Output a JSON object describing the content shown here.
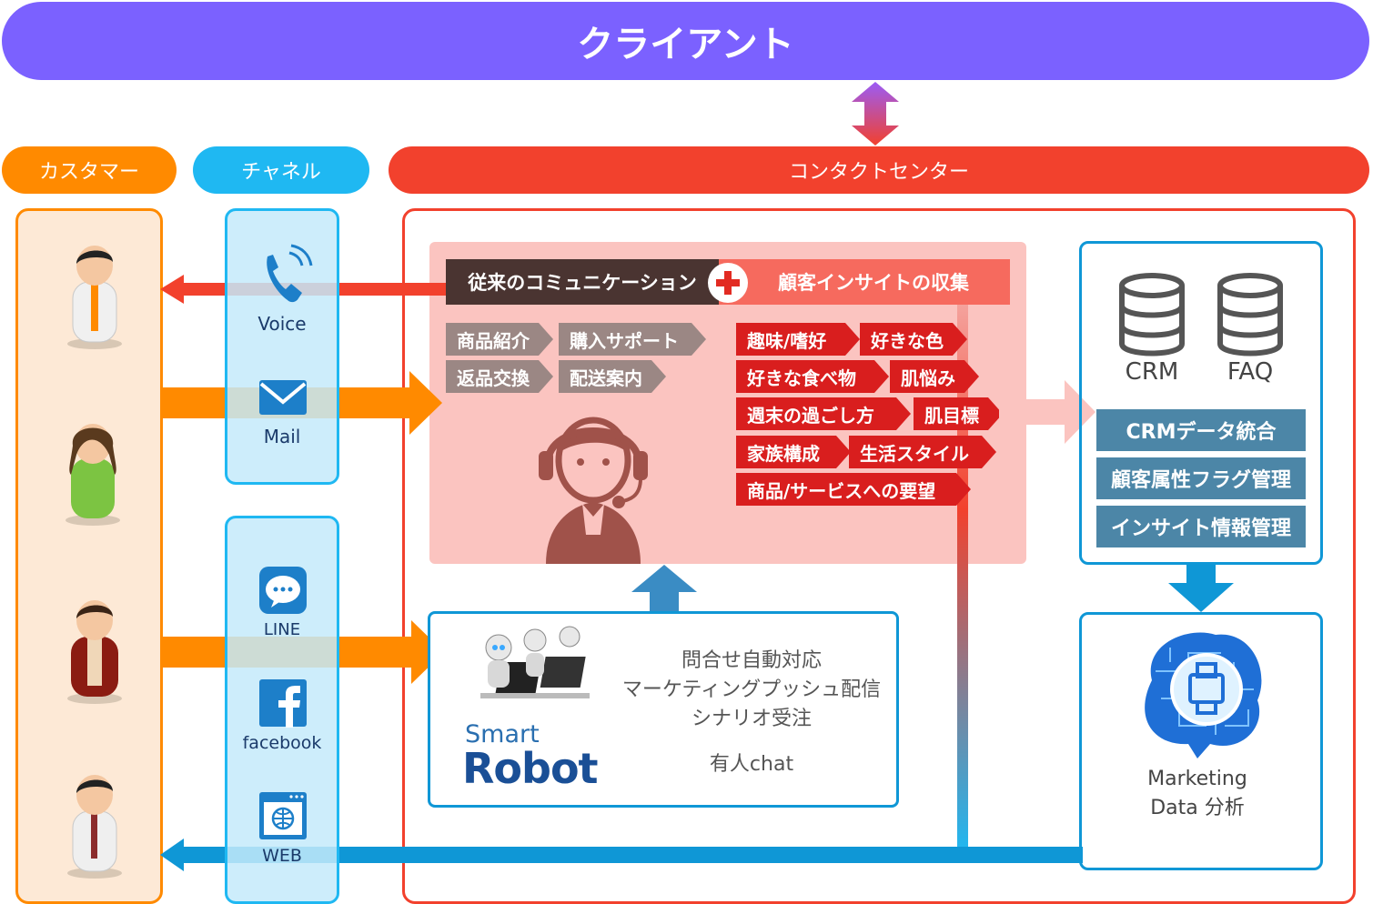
{
  "header": {
    "client_label": "クライアント"
  },
  "sections": {
    "customer": "カスタマー",
    "channel": "チャネル",
    "contact_center": "コンタクトセンター"
  },
  "channels": {
    "voice": "Voice",
    "mail": "Mail",
    "line": "LINE",
    "facebook": "facebook",
    "web": "WEB"
  },
  "communication": {
    "traditional": "従来のコミュニケーション",
    "insight": "顧客インサイトの収集",
    "gray_tags": [
      "商品紹介",
      "購入サポート",
      "返品交換",
      "配送案内"
    ],
    "red_tags": [
      "趣味/嗜好",
      "好きな色",
      "好きな食べ物",
      "肌悩み",
      "週末の過ごし方",
      "肌目標",
      "家族構成",
      "生活スタイル",
      "商品/サービスへの要望"
    ]
  },
  "data_store": {
    "crm": "CRM",
    "faq": "FAQ",
    "bars": [
      "CRMデータ統合",
      "顧客属性フラグ管理",
      "インサイト情報管理"
    ]
  },
  "robot": {
    "brand_top": "Smart",
    "brand_main": "Robot",
    "features": [
      "問合せ自動対応",
      "マーケティングプッシュ配信",
      "シナリオ受注"
    ],
    "manned": "有人chat"
  },
  "marketing": {
    "line1": "Marketing",
    "line2": "Data 分析"
  },
  "colors": {
    "purple": "#7b61ff",
    "orange": "#ff8a00",
    "cyan": "#1fb8f2",
    "red": "#f2412d",
    "blue": "#0f97d6",
    "slate": "#4c86a7"
  }
}
